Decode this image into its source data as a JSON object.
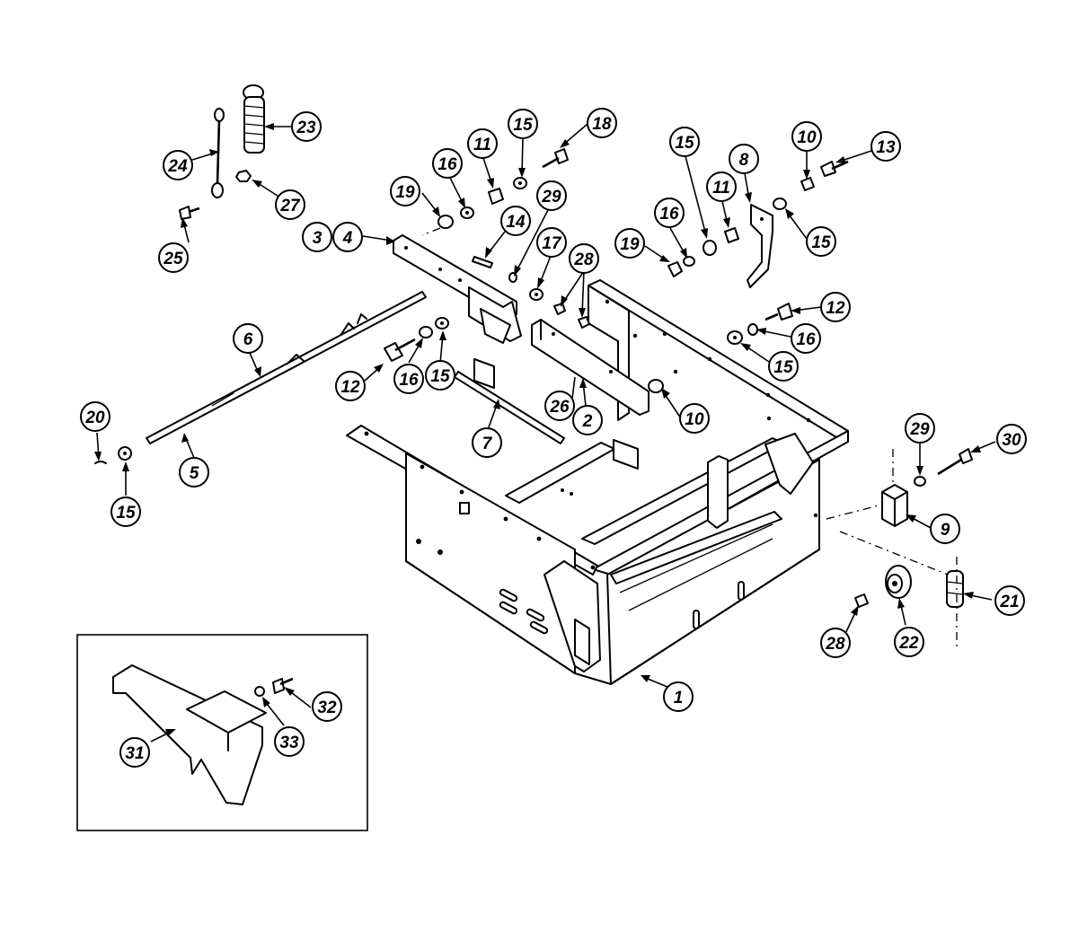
{
  "callouts": [
    {
      "id": "c1",
      "label": "1"
    },
    {
      "id": "c2",
      "label": "2"
    },
    {
      "id": "c3",
      "label": "3"
    },
    {
      "id": "c4",
      "label": "4"
    },
    {
      "id": "c5",
      "label": "5"
    },
    {
      "id": "c6",
      "label": "6"
    },
    {
      "id": "c7",
      "label": "7"
    },
    {
      "id": "c8",
      "label": "8"
    },
    {
      "id": "c9",
      "label": "9"
    },
    {
      "id": "c10a",
      "label": "10"
    },
    {
      "id": "c10b",
      "label": "10"
    },
    {
      "id": "c11a",
      "label": "11"
    },
    {
      "id": "c11b",
      "label": "11"
    },
    {
      "id": "c12a",
      "label": "12"
    },
    {
      "id": "c12b",
      "label": "12"
    },
    {
      "id": "c13",
      "label": "13"
    },
    {
      "id": "c14",
      "label": "14"
    },
    {
      "id": "c15a",
      "label": "15"
    },
    {
      "id": "c15b",
      "label": "15"
    },
    {
      "id": "c15c",
      "label": "15"
    },
    {
      "id": "c15d",
      "label": "15"
    },
    {
      "id": "c15e",
      "label": "15"
    },
    {
      "id": "c15f",
      "label": "15"
    },
    {
      "id": "c16a",
      "label": "16"
    },
    {
      "id": "c16b",
      "label": "16"
    },
    {
      "id": "c16c",
      "label": "16"
    },
    {
      "id": "c16d",
      "label": "16"
    },
    {
      "id": "c17",
      "label": "17"
    },
    {
      "id": "c18",
      "label": "18"
    },
    {
      "id": "c19a",
      "label": "19"
    },
    {
      "id": "c19b",
      "label": "19"
    },
    {
      "id": "c20",
      "label": "20"
    },
    {
      "id": "c21",
      "label": "21"
    },
    {
      "id": "c22",
      "label": "22"
    },
    {
      "id": "c23",
      "label": "23"
    },
    {
      "id": "c24",
      "label": "24"
    },
    {
      "id": "c25",
      "label": "25"
    },
    {
      "id": "c26",
      "label": "26"
    },
    {
      "id": "c27",
      "label": "27"
    },
    {
      "id": "c28a",
      "label": "28"
    },
    {
      "id": "c28b",
      "label": "28"
    },
    {
      "id": "c29a",
      "label": "29"
    },
    {
      "id": "c29b",
      "label": "29"
    },
    {
      "id": "c30",
      "label": "30"
    },
    {
      "id": "c31",
      "label": "31"
    },
    {
      "id": "c32",
      "label": "32"
    },
    {
      "id": "c33",
      "label": "33"
    }
  ]
}
